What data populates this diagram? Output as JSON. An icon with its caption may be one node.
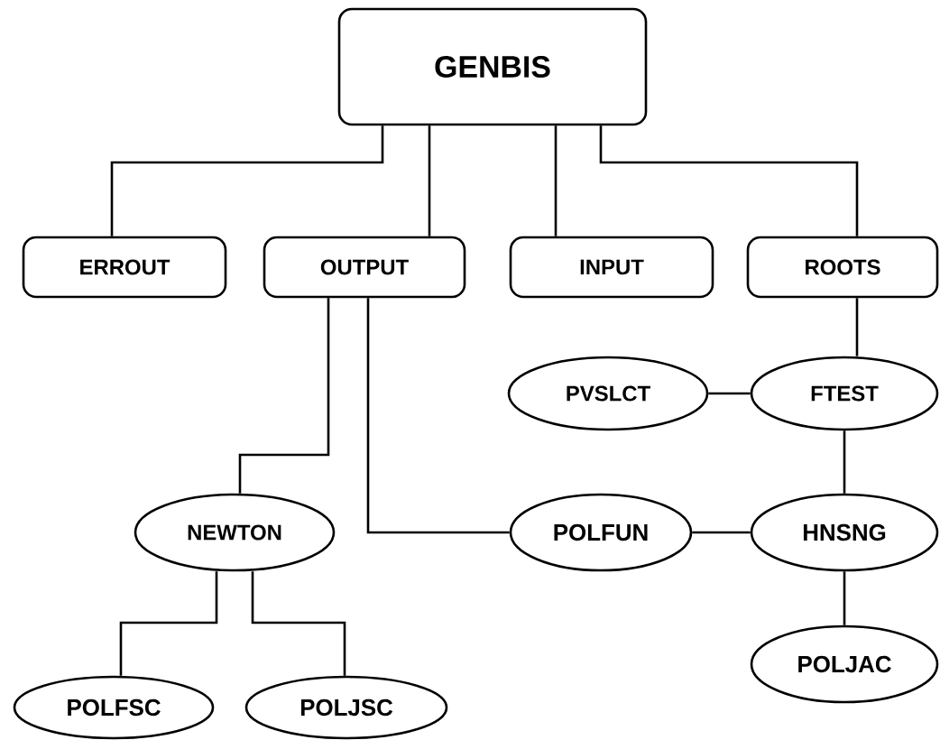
{
  "diagram": {
    "nodes": [
      {
        "text": [
          "GENBIS"
        ]
      },
      {
        "text": [
          "ERROUT"
        ]
      },
      {
        "text": [
          "OUTPUT"
        ]
      },
      {
        "text": [
          "INPUT"
        ]
      },
      {
        "text": [
          "ROOTS"
        ]
      },
      {
        "text": [
          "PVSLCT"
        ]
      },
      {
        "text": [
          "FTEST"
        ]
      },
      {
        "text": [
          "NEWTON"
        ]
      },
      {
        "text": [
          "POLFUN"
        ]
      },
      {
        "text": [
          "HNSNG"
        ]
      },
      {
        "text": [
          "POLJAC"
        ]
      },
      {
        "text": [
          "POLFSC"
        ]
      },
      {
        "text": [
          "POLJSC"
        ]
      }
    ],
    "edges": [
      {
        "from": 0,
        "to": 1,
        "arrow": "none"
      },
      {
        "from": 0,
        "to": 2,
        "arrow": "none"
      },
      {
        "from": 0,
        "to": 3,
        "arrow": "none"
      },
      {
        "from": 0,
        "to": 4,
        "arrow": "none"
      },
      {
        "from": 2,
        "to": 7,
        "arrow": "none"
      },
      {
        "from": 2,
        "to": 8,
        "arrow": "none"
      },
      {
        "from": 4,
        "to": 6,
        "arrow": "none"
      },
      {
        "from": 6,
        "to": 5,
        "arrow": "none"
      },
      {
        "from": 6,
        "to": 9,
        "arrow": "none"
      },
      {
        "from": 8,
        "to": 9,
        "arrow": "none"
      },
      {
        "from": 9,
        "to": 10,
        "arrow": "none"
      },
      {
        "from": 7,
        "to": 11,
        "arrow": "none"
      },
      {
        "from": 7,
        "to": 12,
        "arrow": "none"
      }
    ]
  }
}
